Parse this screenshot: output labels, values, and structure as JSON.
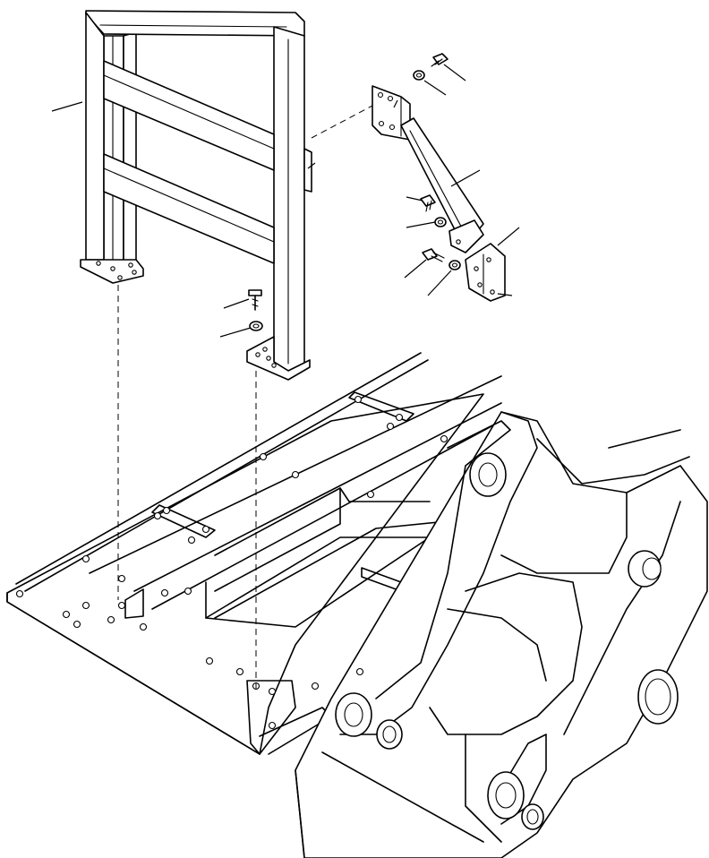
{
  "diagram": {
    "kind": "exploded parts illustration",
    "parts": [
      {
        "id": "handrail",
        "icon": "handrail-frame-icon"
      },
      {
        "id": "bracket",
        "icon": "support-bracket-icon"
      },
      {
        "id": "mount-plate",
        "icon": "mount-plate-icon"
      },
      {
        "id": "bolts",
        "icon": "bolt-icon"
      },
      {
        "id": "washers",
        "icon": "washer-icon"
      },
      {
        "id": "machine-frame",
        "icon": "revolving-frame-icon"
      }
    ],
    "leader_count": 14
  }
}
